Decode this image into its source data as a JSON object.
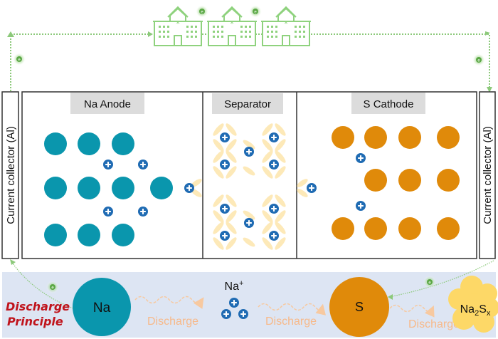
{
  "colors": {
    "sodium": "#0a96ad",
    "sulfur": "#e08a0a",
    "ion": "#1f6bb3",
    "polysulfide": "#fdd867",
    "separator_fiber": "#fde9b8",
    "electron_path": "#8cc97a",
    "building": "#8fd27e",
    "label_bg": "#dcdcdc",
    "principle_bg": "#dde5f3",
    "principle_title": "#c0141c",
    "discharge_text": "#f7b98a"
  },
  "top_circuit": {
    "electron_label": "e",
    "load_icon": "buildings-icon"
  },
  "cell": {
    "left_collector": "Current collector (Al)",
    "right_collector": "Current collector (Al)",
    "anode_label": "Na Anode",
    "separator_label": "Separator",
    "cathode_label": "S Cathode"
  },
  "principle": {
    "title_line1": "Discharge",
    "title_line2": "Principle",
    "na_label": "Na",
    "ion_label": "Na",
    "ion_charge": "+",
    "s_label": "S",
    "product_base": "Na",
    "product_sub1": "2",
    "product_mid": "S",
    "product_sub2": "x",
    "step1": "Discharge",
    "step2": "Discharge",
    "step3": "Discharge",
    "electron_label": "e"
  }
}
